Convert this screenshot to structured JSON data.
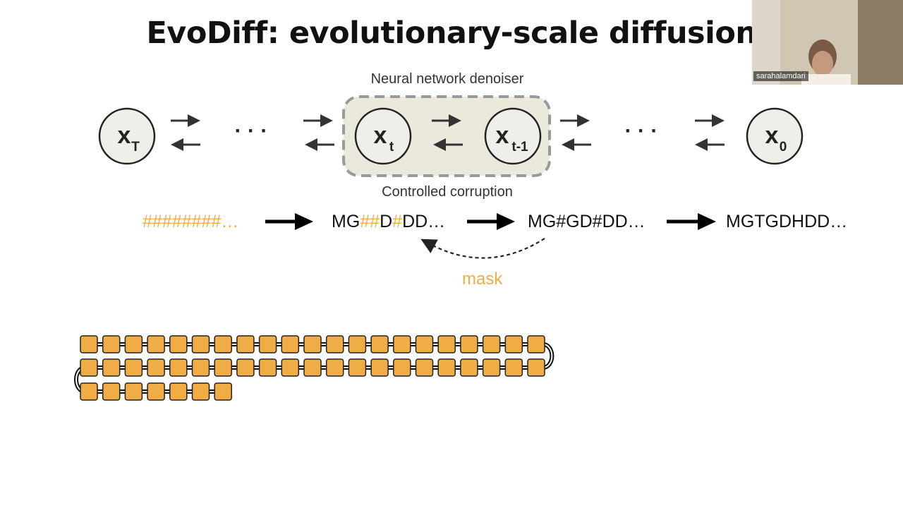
{
  "slide": {
    "title": "EvoDiff: evolutionary-scale diffusion",
    "denoiser_label": "Neural network denoiser",
    "corruption_label": "Controlled corruption",
    "ellipsis": "· · ·"
  },
  "nodes": [
    {
      "main": "x",
      "sub": "T"
    },
    {
      "main": "x",
      "sub": "t"
    },
    {
      "main": "x",
      "sub": "t-1"
    },
    {
      "main": "x",
      "sub": "0"
    }
  ],
  "sequences": {
    "s1": "########…",
    "s2_parts": [
      "MG",
      "##",
      "D",
      "#",
      "DD…"
    ],
    "s3": "MG#GD#DD…",
    "s4": "MGTGDHDD…",
    "mask_label": "mask"
  },
  "chain": {
    "row_counts": [
      21,
      21,
      7
    ],
    "bead_color": "#f0ad45"
  },
  "colors": {
    "accent_orange": "#f0ad45",
    "node_fill": "#efeee9",
    "denoiser_box_fill": "#ebe8dc"
  },
  "video": {
    "participant_name": "sarahalamdari"
  }
}
